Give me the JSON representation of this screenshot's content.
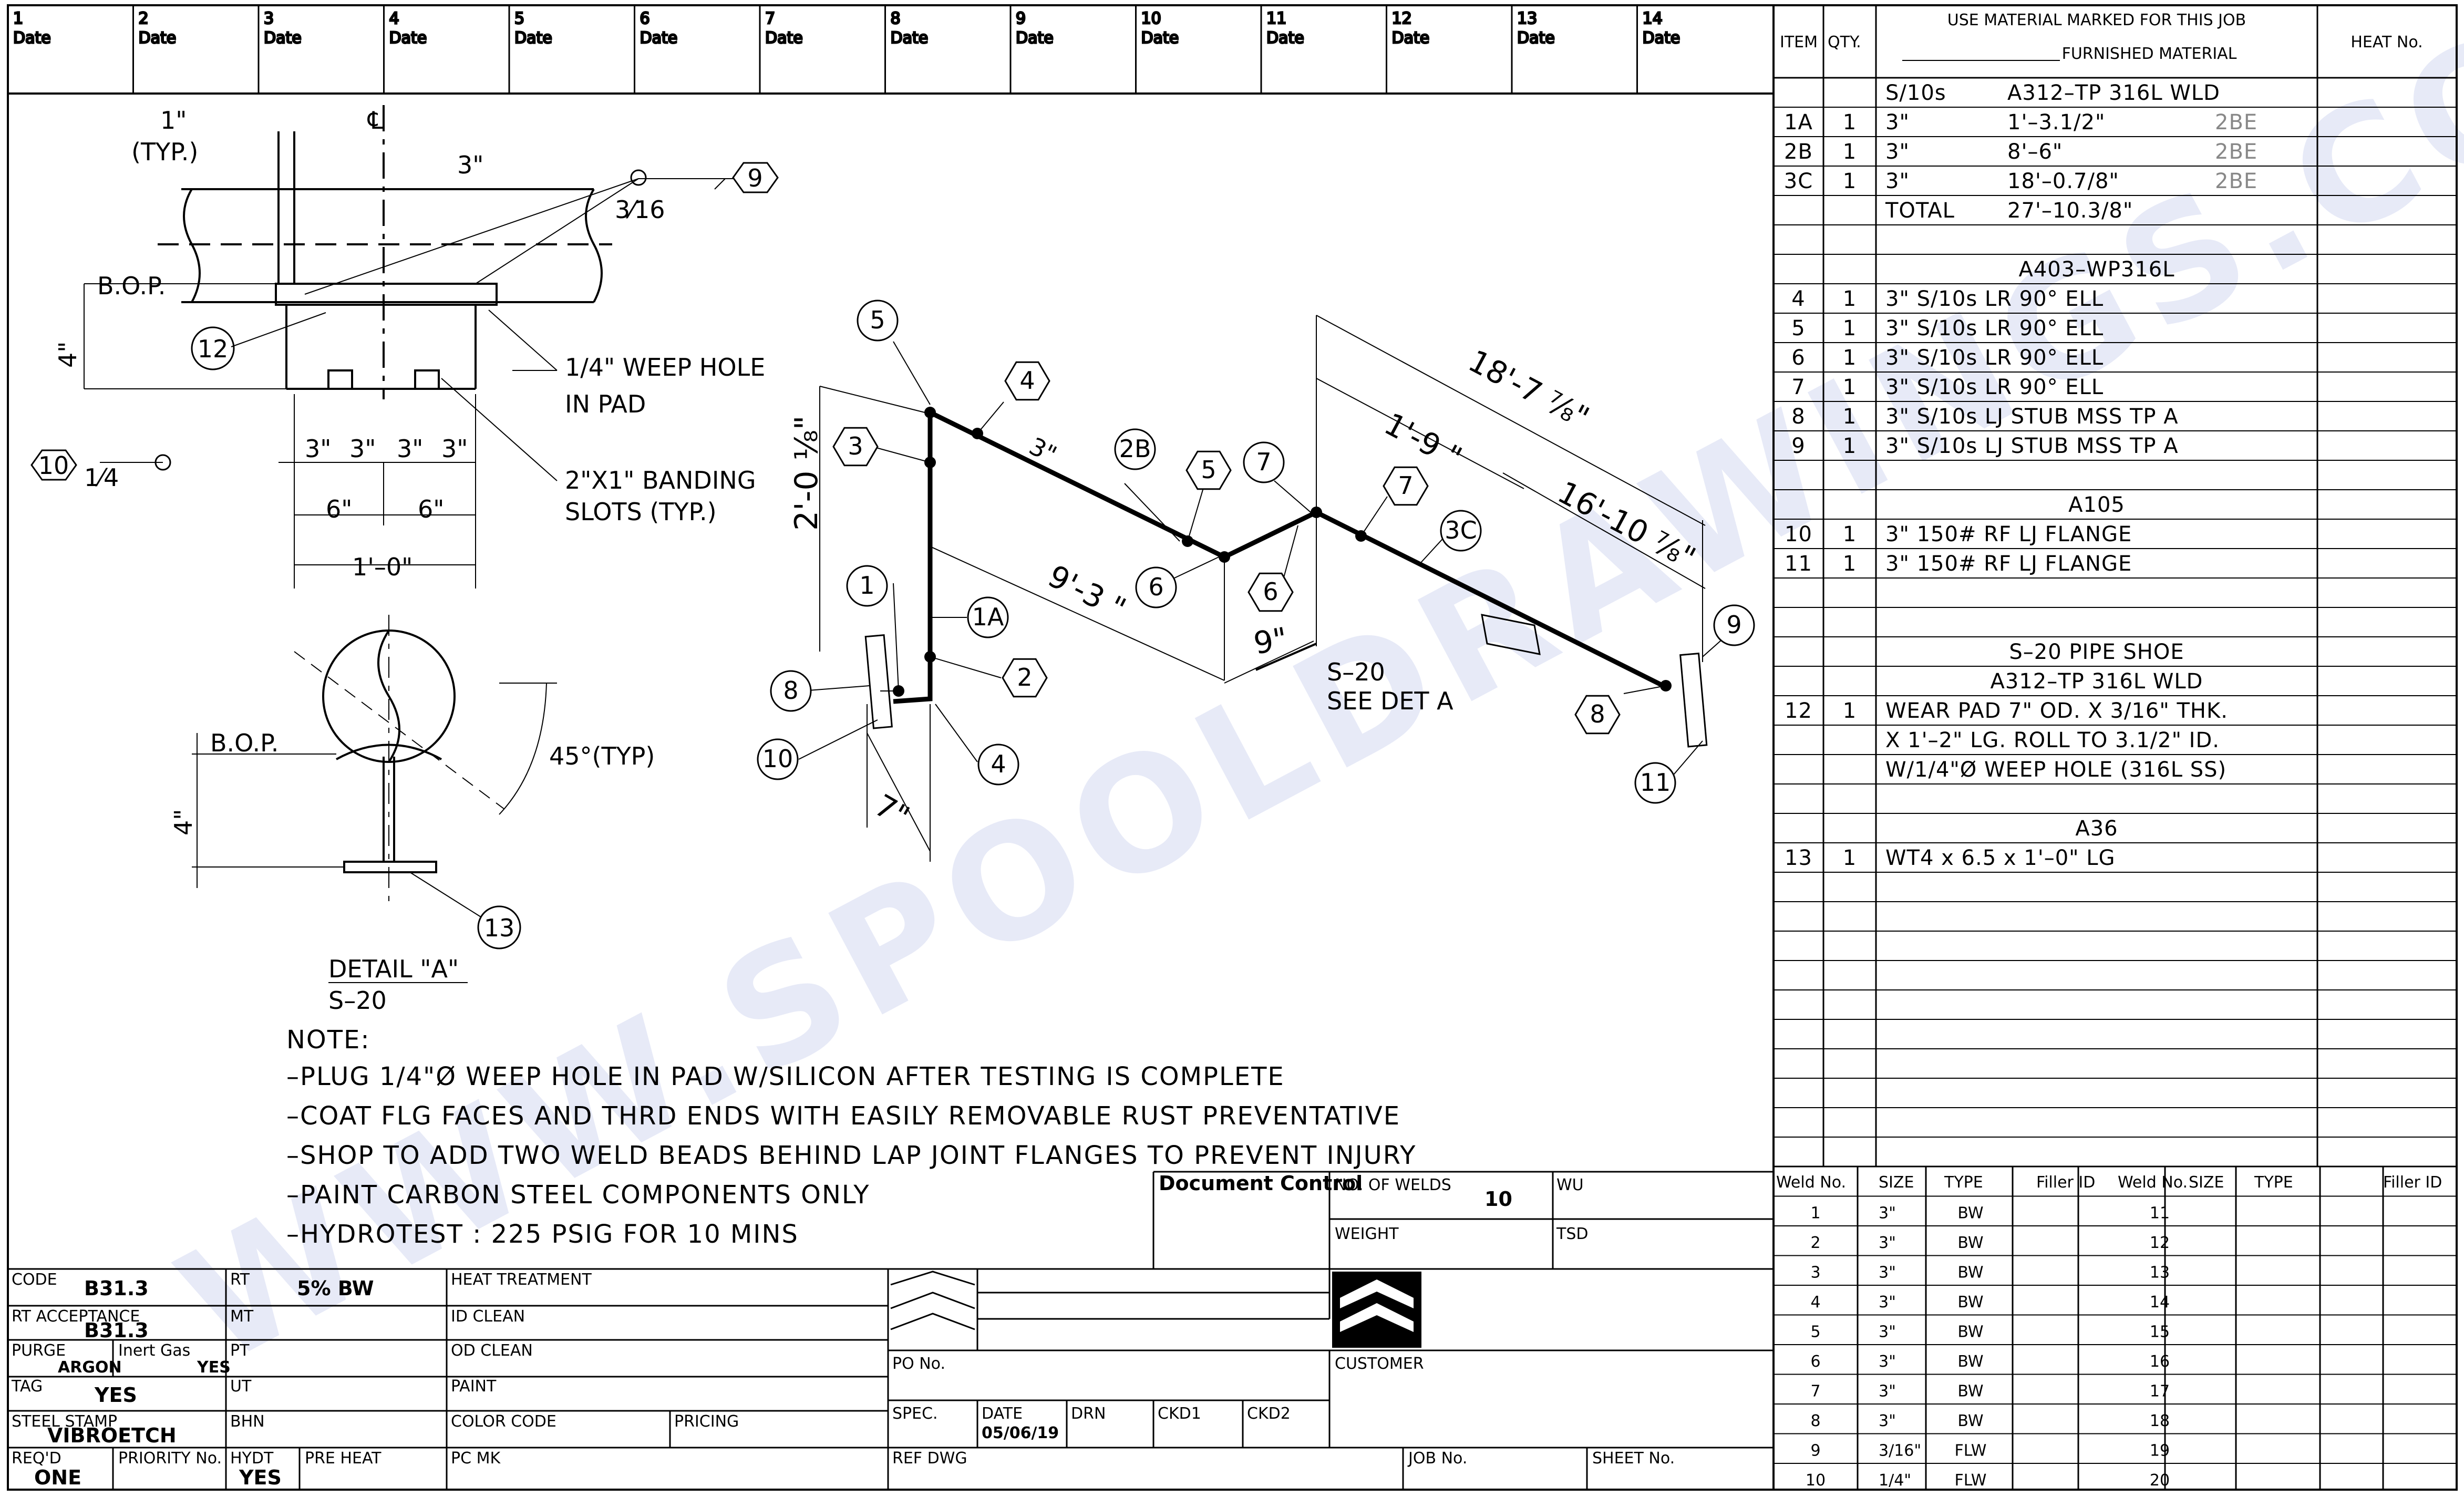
{
  "top_columns": [
    {
      "num": "1",
      "label": "Date"
    },
    {
      "num": "2",
      "label": "Date"
    },
    {
      "num": "3",
      "label": "Date"
    },
    {
      "num": "4",
      "label": "Date"
    },
    {
      "num": "5",
      "label": "Date"
    },
    {
      "num": "6",
      "label": "Date"
    },
    {
      "num": "7",
      "label": "Date"
    },
    {
      "num": "8",
      "label": "Date"
    },
    {
      "num": "9",
      "label": "Date"
    },
    {
      "num": "10",
      "label": "Date"
    },
    {
      "num": "11",
      "label": "Date"
    },
    {
      "num": "12",
      "label": "Date"
    },
    {
      "num": "13",
      "label": "Date"
    },
    {
      "num": "14",
      "label": "Date"
    }
  ],
  "bom_header": {
    "item": "ITEM",
    "qty": "QTY.",
    "use_line1": "USE MATERIAL MARKED FOR THIS JOB",
    "use_line2": "FURNISHED MATERIAL",
    "heat": "HEAT No."
  },
  "bom_rows": [
    {
      "item": "",
      "qty": "",
      "size": "S/10s",
      "desc": "A312–TP 316L  WLD",
      "extra": ""
    },
    {
      "item": "1A",
      "qty": "1",
      "size": "3\"",
      "desc": "1'–3.1/2\"",
      "extra": "2BE"
    },
    {
      "item": "2B",
      "qty": "1",
      "size": "3\"",
      "desc": "8'–6\"",
      "extra": "2BE"
    },
    {
      "item": "3C",
      "qty": "1",
      "size": "3\"",
      "desc": "18'–0.7/8\"",
      "extra": "2BE"
    },
    {
      "item": "",
      "qty": "",
      "size": "TOTAL",
      "desc": "27'–10.3/8\"",
      "extra": ""
    },
    {
      "item": "",
      "qty": "",
      "size": "",
      "desc": "",
      "extra": ""
    },
    {
      "item": "",
      "qty": "",
      "size": "",
      "desc": "A403–WP316L",
      "extra": ""
    },
    {
      "item": "4",
      "qty": "1",
      "size": "3\" S/10s  LR  90°  ELL",
      "desc": "",
      "extra": ""
    },
    {
      "item": "5",
      "qty": "1",
      "size": "3\" S/10s  LR  90°  ELL",
      "desc": "",
      "extra": ""
    },
    {
      "item": "6",
      "qty": "1",
      "size": "3\" S/10s  LR  90°  ELL",
      "desc": "",
      "extra": ""
    },
    {
      "item": "7",
      "qty": "1",
      "size": "3\" S/10s  LR  90°  ELL",
      "desc": "",
      "extra": ""
    },
    {
      "item": "8",
      "qty": "1",
      "size": "3\" S/10s  LJ  STUB  MSS  TP  A",
      "desc": "",
      "extra": ""
    },
    {
      "item": "9",
      "qty": "1",
      "size": "3\" S/10s  LJ  STUB  MSS  TP  A",
      "desc": "",
      "extra": ""
    },
    {
      "item": "",
      "qty": "",
      "size": "",
      "desc": "",
      "extra": ""
    },
    {
      "item": "",
      "qty": "",
      "size": "",
      "desc": "A105",
      "extra": ""
    },
    {
      "item": "10",
      "qty": "1",
      "size": "3\"  150#  RF  LJ  FLANGE",
      "desc": "",
      "extra": ""
    },
    {
      "item": "11",
      "qty": "1",
      "size": "3\"  150#  RF  LJ  FLANGE",
      "desc": "",
      "extra": ""
    },
    {
      "item": "",
      "qty": "",
      "size": "",
      "desc": "",
      "extra": ""
    },
    {
      "item": "",
      "qty": "",
      "size": "",
      "desc": "",
      "extra": ""
    },
    {
      "item": "",
      "qty": "",
      "size": "",
      "desc": "S–20  PIPE  SHOE",
      "extra": ""
    },
    {
      "item": "",
      "qty": "",
      "size": "",
      "desc": "A312–TP  316L   WLD",
      "extra": ""
    },
    {
      "item": "12",
      "qty": "1",
      "size": "WEAR  PAD  7\"  OD.  X  3/16\"  THK.",
      "desc": "",
      "extra": ""
    },
    {
      "item": "",
      "qty": "",
      "size": "X  1'–2\"  LG.  ROLL  TO  3.1/2\"  ID.",
      "desc": "",
      "extra": ""
    },
    {
      "item": "",
      "qty": "",
      "size": "W/1/4\"Ø  WEEP  HOLE  (316L  SS)",
      "desc": "",
      "extra": ""
    },
    {
      "item": "",
      "qty": "",
      "size": "",
      "desc": "",
      "extra": ""
    },
    {
      "item": "",
      "qty": "",
      "size": "",
      "desc": "A36",
      "extra": ""
    },
    {
      "item": "13",
      "qty": "1",
      "size": "WT4  x  6.5  x  1'–0\"  LG",
      "desc": "",
      "extra": ""
    }
  ],
  "weld_header": [
    "Weld No.",
    "SIZE",
    "TYPE",
    "Filler ID",
    "Weld No.",
    "SIZE",
    "TYPE",
    "Filler ID"
  ],
  "weld_rows": [
    {
      "w1": "1",
      "s1": "3\"",
      "t1": "BW",
      "w2": "11"
    },
    {
      "w1": "2",
      "s1": "3\"",
      "t1": "BW",
      "w2": "12"
    },
    {
      "w1": "3",
      "s1": "3\"",
      "t1": "BW",
      "w2": "13"
    },
    {
      "w1": "4",
      "s1": "3\"",
      "t1": "BW",
      "w2": "14"
    },
    {
      "w1": "5",
      "s1": "3\"",
      "t1": "BW",
      "w2": "15"
    },
    {
      "w1": "6",
      "s1": "3\"",
      "t1": "BW",
      "w2": "16"
    },
    {
      "w1": "7",
      "s1": "3\"",
      "t1": "BW",
      "w2": "17"
    },
    {
      "w1": "8",
      "s1": "3\"",
      "t1": "BW",
      "w2": "18"
    },
    {
      "w1": "9",
      "s1": "3/16\"",
      "t1": "FLW",
      "w2": "19"
    },
    {
      "w1": "10",
      "s1": "1/4\"",
      "t1": "FLW",
      "w2": "20"
    }
  ],
  "notes": {
    "heading": "NOTE:",
    "lines": [
      "–PLUG 1/4\"Ø WEEP HOLE IN PAD W/SILICON AFTER TESTING IS COMPLETE",
      "–COAT FLG FACES AND THRD ENDS WITH EASILY REMOVABLE RUST PREVENTATIVE",
      "–SHOP TO ADD TWO WELD BEADS BEHIND LAP JOINT FLANGES TO PREVENT INJURY",
      "–PAINT CARBON STEEL COMPONENTS ONLY",
      "–HYDROTEST : 225 PSIG FOR 10 MINS"
    ]
  },
  "detail": {
    "title": "DETAIL \"A\"",
    "subtitle": "S–20",
    "angle": "45°(TYP)",
    "bop": "B.O.P.",
    "bop2": "B.O.P.",
    "four": "4\"",
    "four2": "4\"",
    "one_typ": "1\"",
    "typ": "(TYP.)",
    "three": "3\"",
    "cl": "℄",
    "weep": "1/4\" WEEP HOLE",
    "weep2": "IN PAD",
    "band": "2\"X1\" BANDING",
    "band2": "SLOTS (TYP.)",
    "d3a": "3\"",
    "d3b": "3\"",
    "d3c": "3\"",
    "d3d": "3\"",
    "d6a": "6\"",
    "d6b": "6\"",
    "d10": "1'–0\"",
    "weld_3_16": "3⁄16",
    "weld_1_4": "1⁄4",
    "b9": "9",
    "b10": "10",
    "b12": "12",
    "b13": "13"
  },
  "iso": {
    "d_2_0": "2'-0 ⅛\"",
    "d_3": "3\"",
    "d_9_3": "9'-3 \"",
    "d_9": "9\"",
    "d_7": "7\"",
    "d_1_9": "1'-9 \"",
    "d_18": "18'-7 ⅞\"",
    "d_16": "16'-10 ⅞\"",
    "s20": "S–20",
    "seedet": "SEE DET A",
    "l1": "1",
    "l1a": "1A",
    "l2": "2",
    "l2b": "2B",
    "l3": "3",
    "l3c": "3C",
    "l4a": "4",
    "l4b": "4",
    "l5a": "5",
    "l5b": "5",
    "l6a": "6",
    "l6b": "6",
    "l7a": "7",
    "l7b": "7",
    "l8a": "8",
    "l8b": "8",
    "l9": "9",
    "l10": "10",
    "l11": "11"
  },
  "title_block": {
    "doc_control": "Document Control",
    "no_welds": "NO. OF WELDS",
    "no_welds_val": "10",
    "wu": "WU",
    "weight": "WEIGHT",
    "tsd": "TSD",
    "code": "CODE",
    "code_val": "B31.3",
    "rt": "RT",
    "rt_val": "5% BW",
    "heat_treatment": "HEAT TREATMENT",
    "rt_acc": "RT ACCEPTANCE",
    "rt_acc_val": "B31.3",
    "mt": "MT",
    "id_clean": "ID CLEAN",
    "purge": "PURGE",
    "purge_val": "ARGON",
    "inert": "Inert Gas",
    "inert_val": "YES",
    "pt": "PT",
    "od_clean": "OD CLEAN",
    "tag": "TAG",
    "tag_val": "YES",
    "ut": "UT",
    "paint": "PAINT",
    "steel_stamp": "STEEL STAMP",
    "steel_stamp_val": "VIBROETCH",
    "bhn": "BHN",
    "color_code": "COLOR CODE",
    "pricing": "PRICING",
    "reqd": "REQ'D",
    "reqd_val": "ONE",
    "priority": "PRIORITY No.",
    "hydt": "HYDT",
    "hydt_val": "YES",
    "preheat": "PRE HEAT",
    "pcmk": "PC MK",
    "po": "PO No.",
    "customer": "CUSTOMER",
    "spec": "SPEC.",
    "date": "DATE",
    "date_val": "05/06/19",
    "drn": "DRN",
    "ckd1": "CKD1",
    "ckd2": "CKD2",
    "ref_dwg": "REF DWG",
    "job": "JOB No.",
    "sheet": "SHEET No."
  },
  "watermark": "WWW.SPOOLDRAWINGS.COM"
}
